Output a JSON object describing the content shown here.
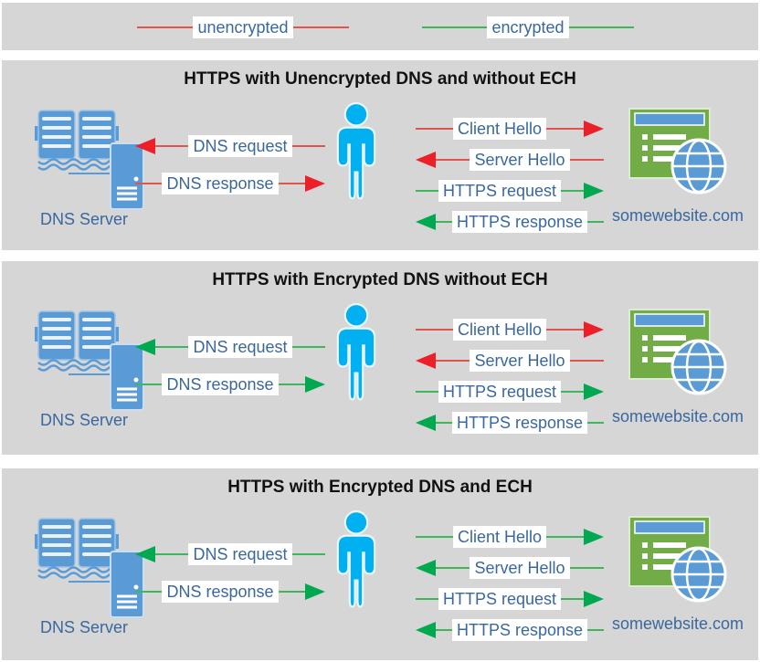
{
  "colors": {
    "unencrypted_line": "#e0534e",
    "unencrypted_arrow": "#ec2028",
    "encrypted_line": "#3fb55c",
    "encrypted_arrow": "#00a94f",
    "label_text": "#3a679e",
    "panel_background": "#d6d6d6",
    "person_blue": "#00b0f0",
    "dns_server_blue": "#5b9bd5",
    "website_green": "#71ac47",
    "title_text": "#111111"
  },
  "legend": {
    "items": [
      {
        "label": "unencrypted",
        "type": "unencrypted"
      },
      {
        "label": "encrypted",
        "type": "encrypted"
      }
    ]
  },
  "panels": [
    {
      "title": "HTTPS with Unencrypted DNS and without ECH",
      "dns_server_label": "DNS Server",
      "website_label": "somewebsite.com",
      "dns_arrows": [
        {
          "label": "DNS request",
          "dir": "left",
          "enc": "unencrypted"
        },
        {
          "label": "DNS response",
          "dir": "right",
          "enc": "unencrypted"
        }
      ],
      "https_arrows": [
        {
          "label": "Client Hello",
          "dir": "right",
          "enc": "unencrypted"
        },
        {
          "label": "Server Hello",
          "dir": "left",
          "enc": "unencrypted"
        },
        {
          "label": "HTTPS request",
          "dir": "right",
          "enc": "encrypted"
        },
        {
          "label": "HTTPS response",
          "dir": "left",
          "enc": "encrypted"
        }
      ]
    },
    {
      "title": "HTTPS with Encrypted DNS without ECH",
      "dns_server_label": "DNS Server",
      "website_label": "somewebsite.com",
      "dns_arrows": [
        {
          "label": "DNS request",
          "dir": "left",
          "enc": "encrypted"
        },
        {
          "label": "DNS response",
          "dir": "right",
          "enc": "encrypted"
        }
      ],
      "https_arrows": [
        {
          "label": "Client Hello",
          "dir": "right",
          "enc": "unencrypted"
        },
        {
          "label": "Server Hello",
          "dir": "left",
          "enc": "unencrypted"
        },
        {
          "label": "HTTPS request",
          "dir": "right",
          "enc": "encrypted"
        },
        {
          "label": "HTTPS response",
          "dir": "left",
          "enc": "encrypted"
        }
      ]
    },
    {
      "title": "HTTPS with Encrypted DNS and ECH",
      "dns_server_label": "DNS Server",
      "website_label": "somewebsite.com",
      "dns_arrows": [
        {
          "label": "DNS request",
          "dir": "left",
          "enc": "encrypted"
        },
        {
          "label": "DNS response",
          "dir": "right",
          "enc": "encrypted"
        }
      ],
      "https_arrows": [
        {
          "label": "Client Hello",
          "dir": "right",
          "enc": "encrypted"
        },
        {
          "label": "Server Hello",
          "dir": "left",
          "enc": "encrypted"
        },
        {
          "label": "HTTPS request",
          "dir": "right",
          "enc": "encrypted"
        },
        {
          "label": "HTTPS response",
          "dir": "left",
          "enc": "encrypted"
        }
      ]
    }
  ]
}
